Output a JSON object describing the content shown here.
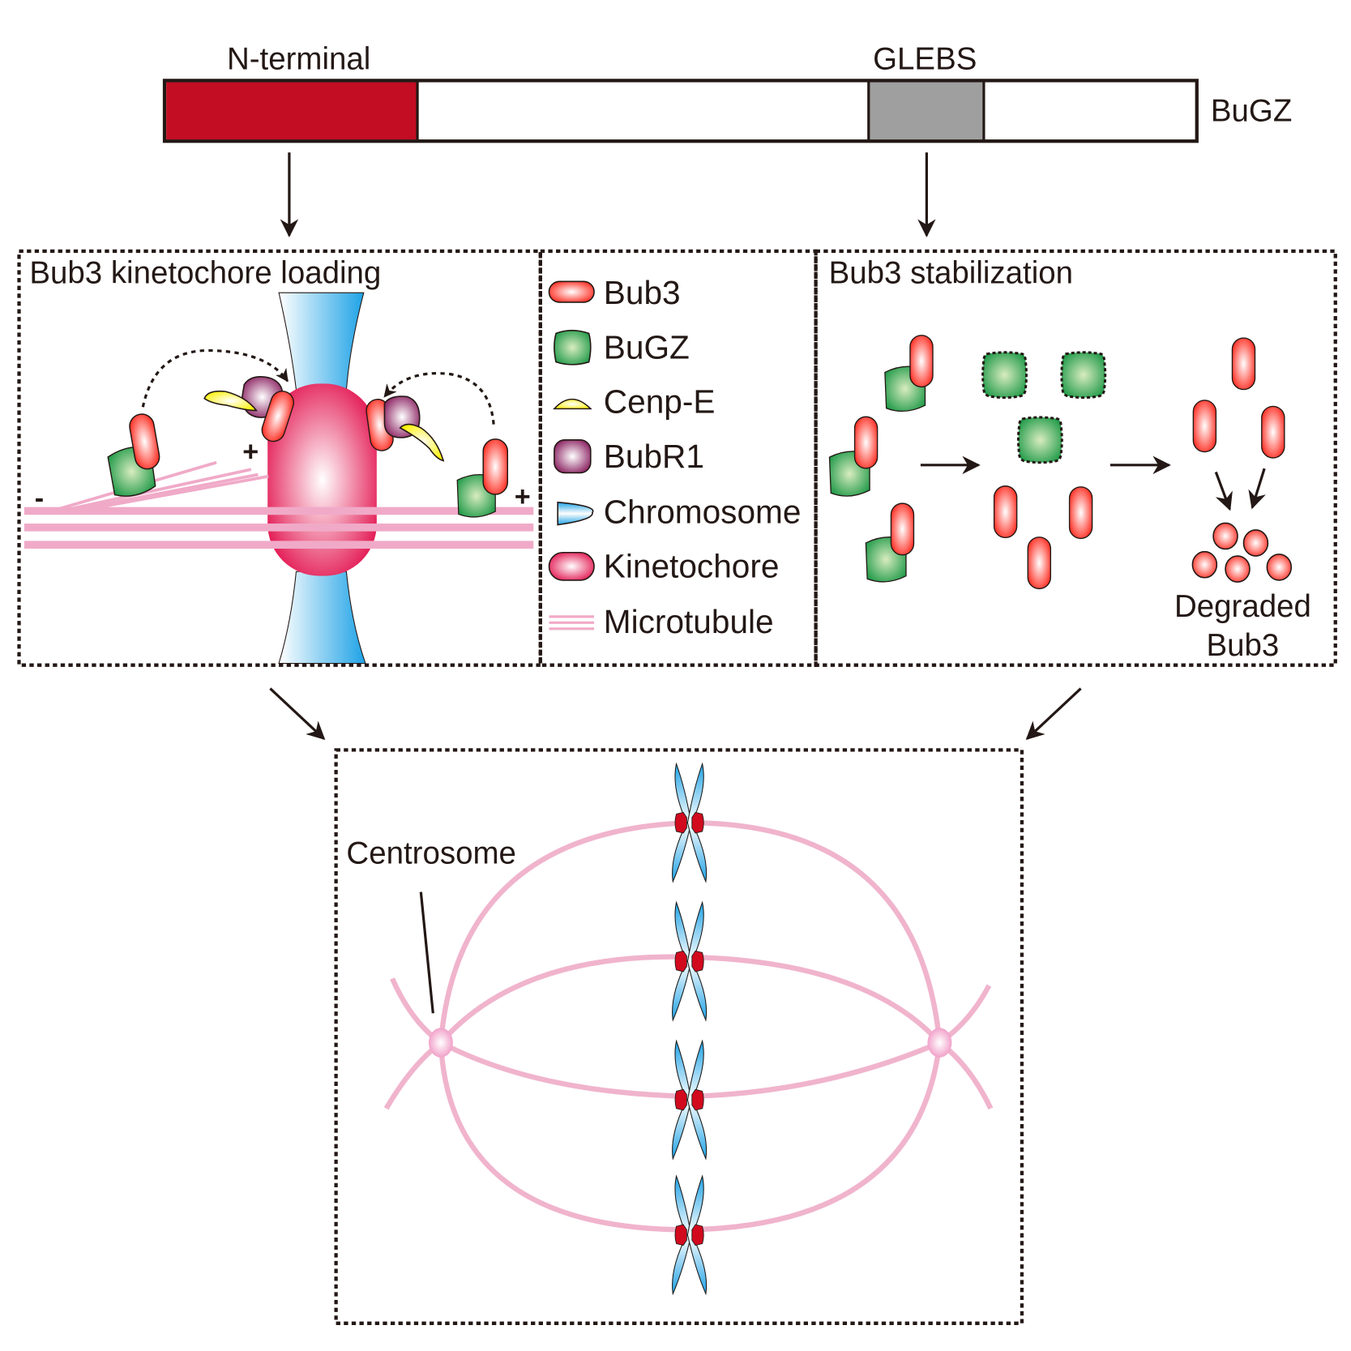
{
  "figure": {
    "protein_name": "BuGZ",
    "domains": [
      {
        "label": "N-terminal",
        "color": "#c30d23",
        "range": [
          0,
          0.245
        ]
      },
      {
        "label": "",
        "color": "#ffffff",
        "range": [
          0.245,
          0.682
        ]
      },
      {
        "label": "GLEBS",
        "color": "#9f9f9f",
        "range": [
          0.682,
          0.793
        ]
      },
      {
        "label": "",
        "color": "#ffffff",
        "range": [
          0.793,
          1.0
        ]
      }
    ],
    "panels": {
      "loading": {
        "title": "Bub3 kinetochore loading",
        "minus_sign": "-",
        "plus_sign_left": "+",
        "plus_sign_right": "+"
      },
      "legend": {
        "items": [
          {
            "label": "Bub3",
            "icon": "bub3-icon"
          },
          {
            "label": "BuGZ",
            "icon": "bugz-icon"
          },
          {
            "label": "Cenp-E",
            "icon": "cenpe-icon"
          },
          {
            "label": "BubR1",
            "icon": "bubr1-icon"
          },
          {
            "label": "Chromosome",
            "icon": "chromosome-icon"
          },
          {
            "label": "Kinetochore",
            "icon": "kinetochore-icon"
          },
          {
            "label": "Microtubule",
            "icon": "microtubule-icon"
          }
        ]
      },
      "stabilization": {
        "title": "Bub3 stabilization",
        "degraded_line1": "Degraded",
        "degraded_line2": "Bub3"
      },
      "spindle": {
        "centrosome_label": "Centrosome"
      }
    },
    "colors": {
      "bub3": "#ff2a1a",
      "bugz": "#22a04a",
      "cenpe": "#fff200",
      "bubr1": "#8a1a5e",
      "chromosome": "#1ea2e6",
      "kinetochore": "#e4134f",
      "microtubule": "#f0aac8",
      "n_terminal": "#c30d23",
      "glebs": "#9f9f9f"
    }
  }
}
